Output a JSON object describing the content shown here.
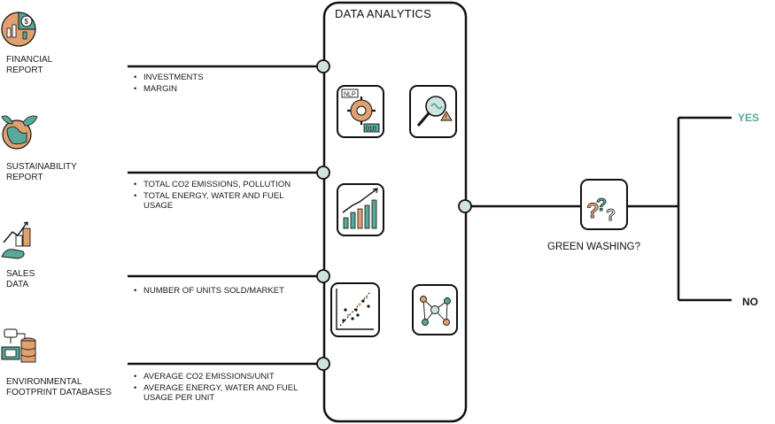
{
  "panel": {
    "title": "DATA ANALYTICS"
  },
  "sources": [
    {
      "label": "FINANCIAL\nREPORT",
      "bullets": [
        "INVESTMENTS",
        "MARGIN"
      ]
    },
    {
      "label": "SUSTAINABILITY\nREPORT",
      "bullets": [
        "TOTAL CO2 EMISSIONS, POLLUTION",
        "TOTAL ENERGY, WATER AND FUEL USAGE"
      ]
    },
    {
      "label": "SALES\nDATA",
      "bullets": [
        "NUMBER OF UNITS SOLD/MARKET"
      ]
    },
    {
      "label": "ENVIRONMENTAL\nFOOTPRINT DATABASES",
      "bullets": [
        "AVERAGE CO2 EMISSIONS/UNIT",
        "AVERAGE ENERGY, WATER AND FUEL USAGE PER UNIT"
      ]
    }
  ],
  "analytics_icons": [
    {
      "icon": "nlp-gear-icon",
      "badge_top": "NLP",
      "badge_bottom": "010"
    },
    {
      "icon": "magnifier-warning-icon"
    },
    {
      "icon": "growth-bar-chart-icon"
    },
    {
      "icon": "scatter-plot-icon"
    },
    {
      "icon": "network-graph-icon"
    }
  ],
  "decision": {
    "label": "GREEN WASHING?",
    "icon": "question-marks-icon"
  },
  "outcomes": {
    "yes": "YES",
    "no": "NO"
  },
  "colors": {
    "accent": "#5aa89a",
    "icon_orange": "#e0a070",
    "line": "#111111",
    "node_fill": "#cfe3df"
  }
}
